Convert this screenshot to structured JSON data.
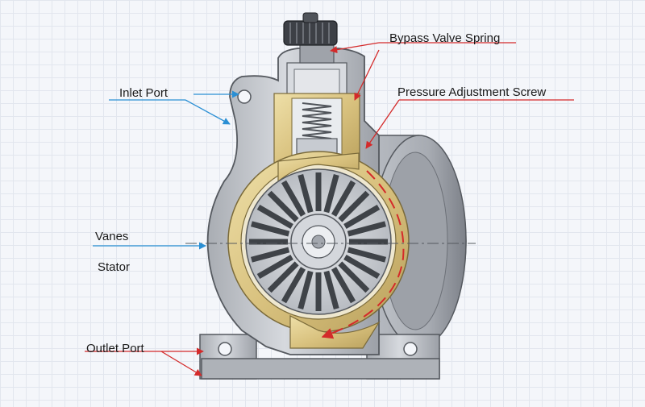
{
  "labels": {
    "bypass_valve_spring": "Bypass Valve Spring",
    "inlet_port": "Inlet Port",
    "pressure_adjustment_screw": "Pressure Adjustment Screw",
    "vanes": "Vanes",
    "stator": "Stator",
    "outlet_port": "Outlet Port"
  },
  "colors": {
    "leader_blue": "#2a8fd4",
    "leader_red": "#d42a2a",
    "housing": "#c9ccd1",
    "brass": "#d9c27f"
  }
}
